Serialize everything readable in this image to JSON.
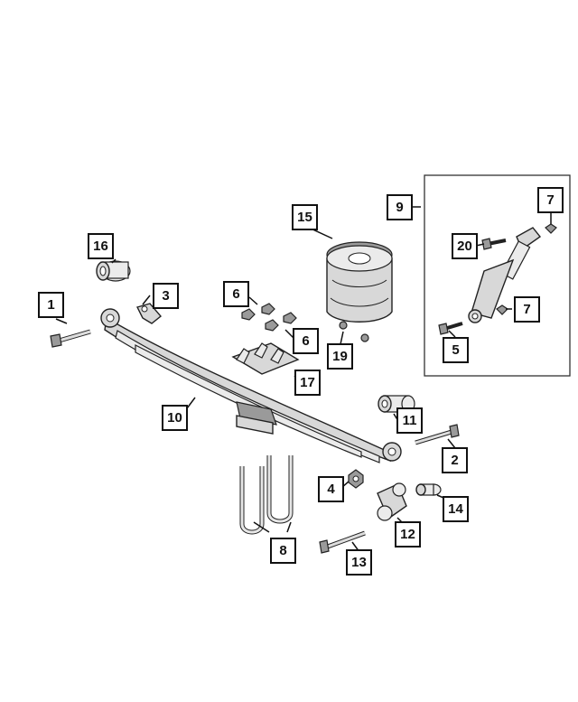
{
  "callouts": {
    "c1": "1",
    "c2": "2",
    "c3": "3",
    "c4": "4",
    "c5": "5",
    "c6a": "6",
    "c6b": "6",
    "c7a": "7",
    "c7b": "7",
    "c8": "8",
    "c9": "9",
    "c10": "10",
    "c11": "11",
    "c12": "12",
    "c13": "13",
    "c14": "14",
    "c15": "15",
    "c16": "16",
    "c17": "17",
    "c19": "19",
    "c20": "20"
  }
}
